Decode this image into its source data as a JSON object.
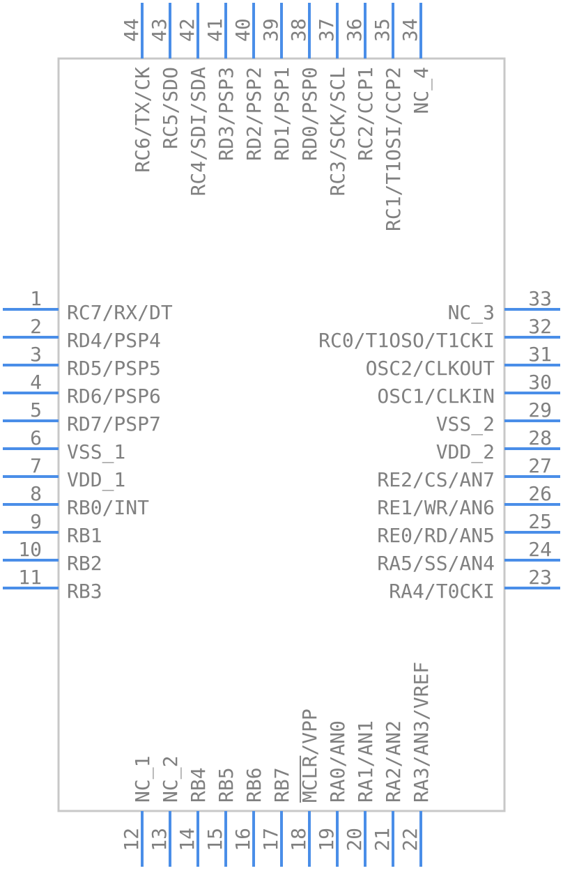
{
  "component": {
    "body_color": "#c8c8c8",
    "pin_color": "#4a8ee8",
    "text_color": "#808080",
    "left_pins": [
      {
        "num": "1",
        "name": "RC7/RX/DT"
      },
      {
        "num": "2",
        "name": "RD4/PSP4"
      },
      {
        "num": "3",
        "name": "RD5/PSP5"
      },
      {
        "num": "4",
        "name": "RD6/PSP6"
      },
      {
        "num": "5",
        "name": "RD7/PSP7"
      },
      {
        "num": "6",
        "name": "VSS_1"
      },
      {
        "num": "7",
        "name": "VDD_1"
      },
      {
        "num": "8",
        "name": "RB0/INT"
      },
      {
        "num": "9",
        "name": "RB1"
      },
      {
        "num": "10",
        "name": "RB2"
      },
      {
        "num": "11",
        "name": "RB3"
      }
    ],
    "bottom_pins": [
      {
        "num": "12",
        "name": "NC_1"
      },
      {
        "num": "13",
        "name": "NC_2"
      },
      {
        "num": "14",
        "name": "RB4"
      },
      {
        "num": "15",
        "name": "RB5"
      },
      {
        "num": "16",
        "name": "RB6"
      },
      {
        "num": "17",
        "name": "RB7"
      },
      {
        "num": "18",
        "name": "MCLR/VPP",
        "overline": "MCLR"
      },
      {
        "num": "19",
        "name": "RA0/AN0"
      },
      {
        "num": "20",
        "name": "RA1/AN1"
      },
      {
        "num": "21",
        "name": "RA2/AN2"
      },
      {
        "num": "22",
        "name": "RA3/AN3/VREF"
      }
    ],
    "right_pins": [
      {
        "num": "23",
        "name": "RA4/T0CKI"
      },
      {
        "num": "24",
        "name": "RA5/SS/AN4"
      },
      {
        "num": "25",
        "name": "RE0/RD/AN5"
      },
      {
        "num": "26",
        "name": "RE1/WR/AN6"
      },
      {
        "num": "27",
        "name": "RE2/CS/AN7"
      },
      {
        "num": "28",
        "name": "VDD_2"
      },
      {
        "num": "29",
        "name": "VSS_2"
      },
      {
        "num": "30",
        "name": "OSC1/CLKIN"
      },
      {
        "num": "31",
        "name": "OSC2/CLKOUT"
      },
      {
        "num": "32",
        "name": "RC0/T1OSO/T1CKI"
      },
      {
        "num": "33",
        "name": "NC_3"
      }
    ],
    "top_pins": [
      {
        "num": "34",
        "name": "NC_4"
      },
      {
        "num": "35",
        "name": "RC1/T1OSI/CCP2"
      },
      {
        "num": "36",
        "name": "RC2/CCP1"
      },
      {
        "num": "37",
        "name": "RC3/SCK/SCL"
      },
      {
        "num": "38",
        "name": "RD0/PSP0"
      },
      {
        "num": "39",
        "name": "RD1/PSP1"
      },
      {
        "num": "40",
        "name": "RD2/PSP2"
      },
      {
        "num": "41",
        "name": "RD3/PSP3"
      },
      {
        "num": "42",
        "name": "RC4/SDI/SDA"
      },
      {
        "num": "43",
        "name": "RC5/SDO"
      },
      {
        "num": "44",
        "name": "RC6/TX/CK"
      }
    ]
  }
}
